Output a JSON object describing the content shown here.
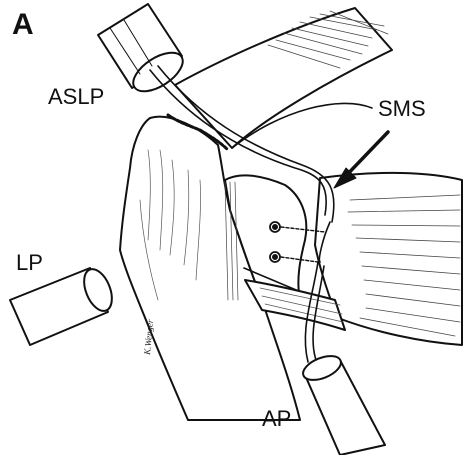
{
  "figure": {
    "panel_letter": "A",
    "labels": {
      "aslp": "ASLP",
      "sms": "SMS",
      "lp": "LP",
      "ap": "AP"
    },
    "signature": "K.Wenger"
  }
}
